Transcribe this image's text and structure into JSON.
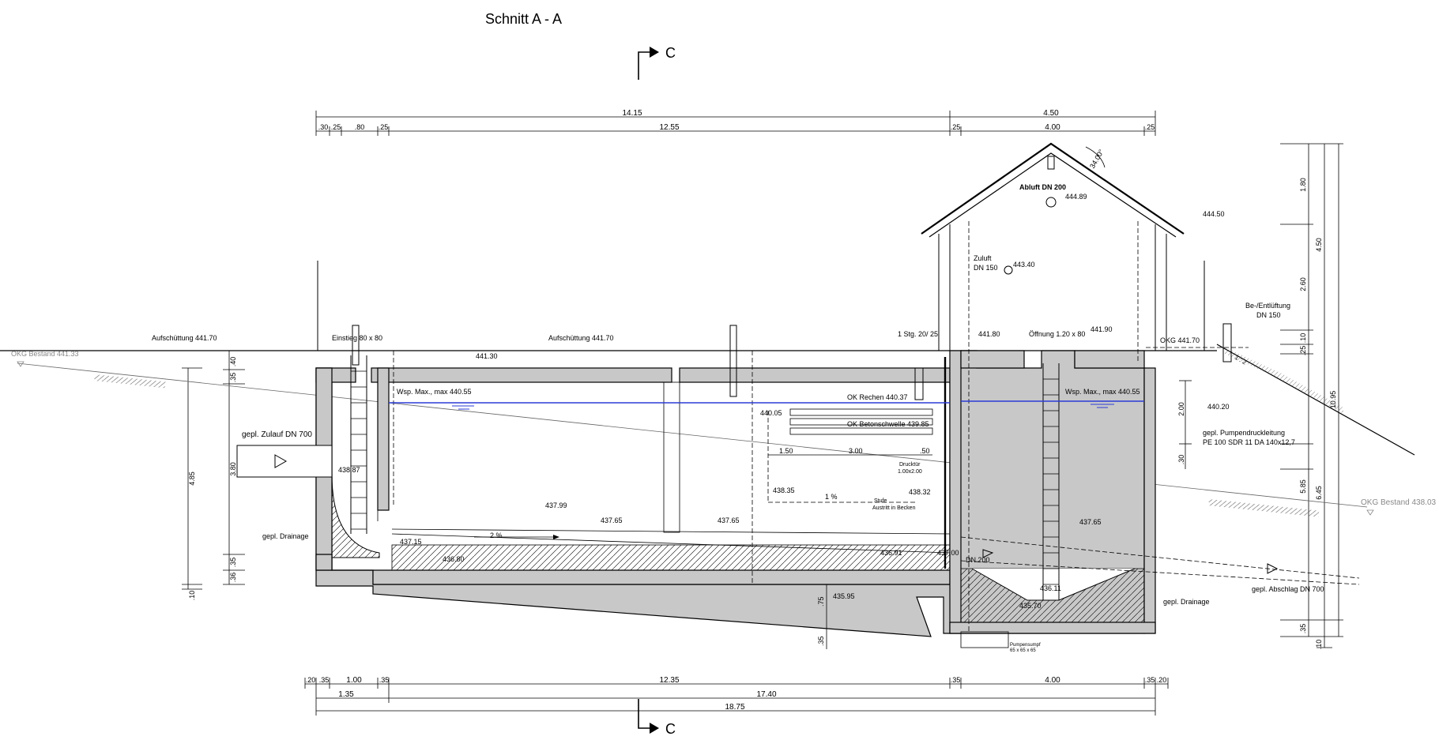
{
  "title": "Schnitt A - A",
  "section_marker": "C",
  "dims_top": {
    "overall_left": "14.15",
    "overall_right": "4.50",
    "seg": [
      ".30",
      ".25",
      ".80",
      ".25",
      "12.55",
      ".25",
      "4.00",
      ".25"
    ]
  },
  "dims_bottom": {
    "row1": [
      ".20",
      ".35",
      "1.00",
      ".35",
      "12.35",
      ".35",
      "4.00",
      ".35",
      ".20"
    ],
    "row2": [
      "1.35",
      "17.40"
    ],
    "row3": "18.75"
  },
  "dims_left": [
    ".40",
    ".35",
    "3.80",
    ".35",
    ".36",
    ".10",
    "4.85"
  ],
  "dims_right": [
    "1.80",
    "4.50",
    "2.60",
    ".10",
    ".25",
    "2.00",
    ".30",
    "5.85",
    "6.45",
    "10.95",
    ".35",
    ".10"
  ],
  "dims_mid": [
    ".75",
    ".35",
    "1.50",
    "3.00",
    ".50"
  ],
  "labels": {
    "okg_left": "OKG Bestand 441.33",
    "okg_right": "OKG Bestand 438.03",
    "aufsch1": "Aufschüttung 441.70",
    "aufsch2": "Aufschüttung 441.70",
    "einstieg": "Einstieg 80 x 80",
    "zulauf": "gepl. Zulauf DN 700",
    "drainage_left": "gepl. Drainage",
    "drainage_right": "gepl. Drainage",
    "wsp_left": "Wsp. Max., max 440.55",
    "wsp_right": "Wsp. Max., max 440.55",
    "ok_rechen": "OK Rechen 440.37",
    "ok_betonschwelle": "OK Betonschwelle 439.85",
    "stg": "1 Stg. 20/ 25",
    "oeffnung": "Öffnung 1.20 x 80",
    "okg_441_70": "OKG 441.70",
    "beentlueftung": "Be-/Entlüftung",
    "dn150_b": "DN 150",
    "abluft": "Abluft DN 200",
    "zuluft": "Zuluft",
    "zuluft_dn": "DN 150",
    "pumpendruck1": "gepl. Pumpendruckleitung",
    "pumpendruck2": "PE 100 SDR 11 DA 140x12,7",
    "abschlag": "gepl. Abschlag DN 700",
    "dn200": "DN 200",
    "druckluer1": "Drucktür",
    "druckluer2": "1.00x2.00",
    "stufe1": "Stufe",
    "stufe2": "Austritt in Becken",
    "pumpensumpf1": "Pumpensumpf",
    "pumpensumpf2": "65 x 65 x 65",
    "slope1": "2 %",
    "slope2": "1 %",
    "slope3": "1 : 2",
    "roof_angle": "34.00°"
  },
  "levels": [
    "441.30",
    "441.80",
    "441.90",
    "444.89",
    "443.40",
    "444.50",
    "440.20",
    "440.05",
    "438.87",
    "438.35",
    "438.32",
    "437.99",
    "437.65",
    "437.65",
    "437.65",
    "437.15",
    "436.80",
    "436.91",
    "437.00",
    "436.11",
    "435.70",
    "435.95"
  ],
  "colors": {
    "wall_fill": "#c8c8c8",
    "water_line": "#2b3bd6",
    "ground_text": "#888888"
  }
}
